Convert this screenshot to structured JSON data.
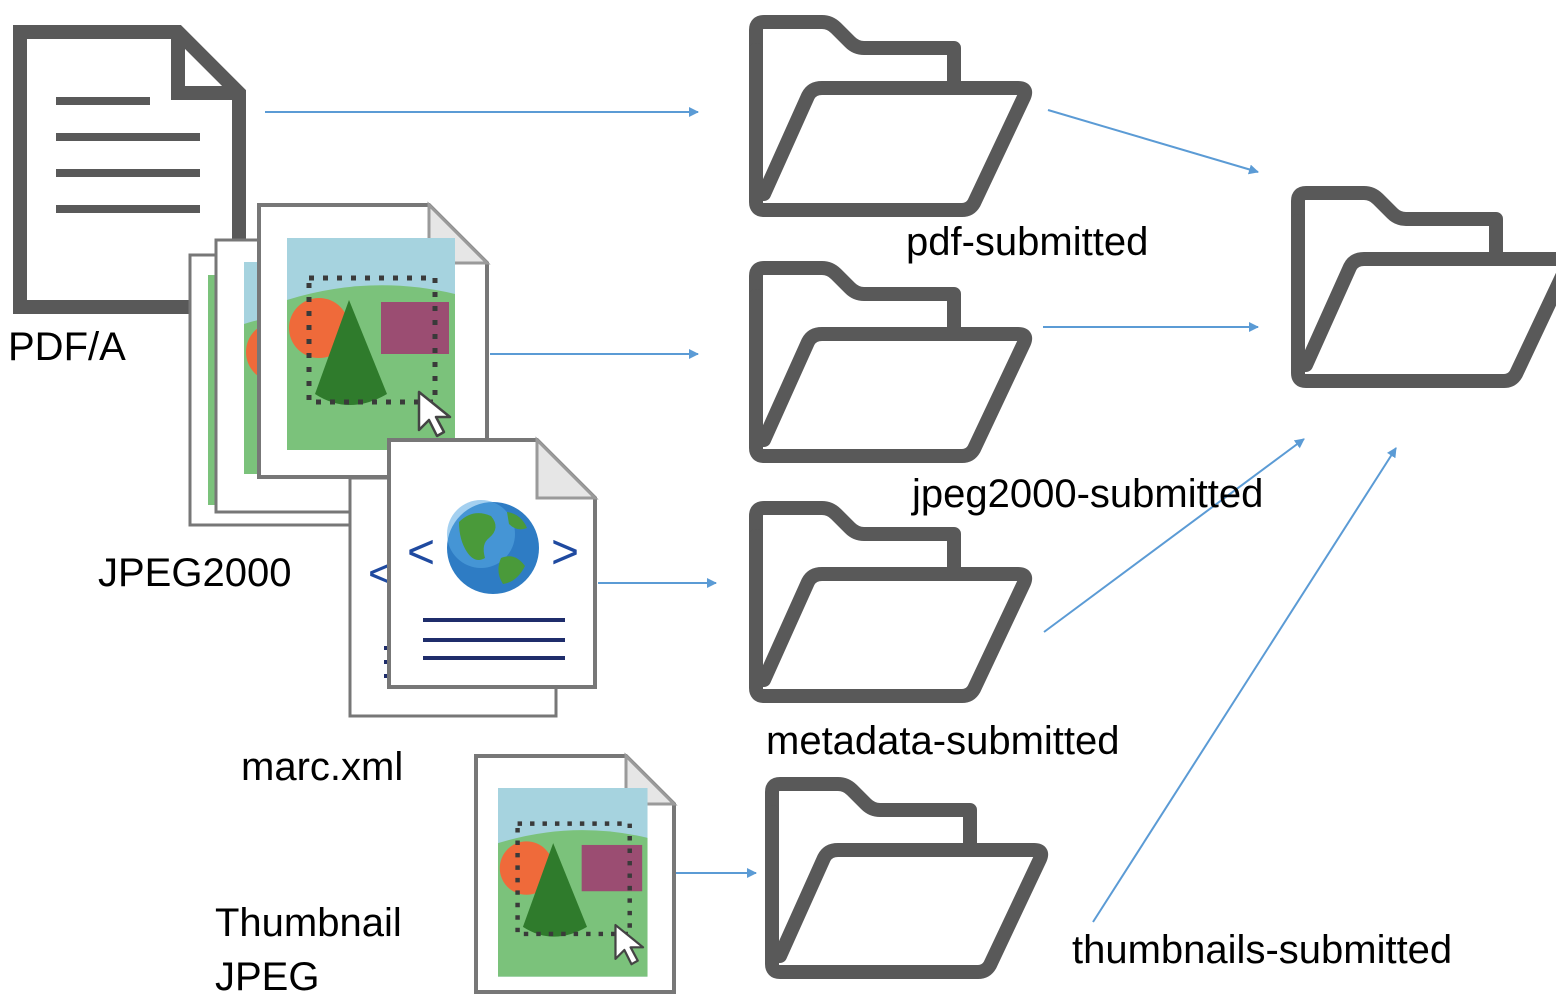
{
  "sources": {
    "pdf": {
      "label": "PDF/A"
    },
    "jpeg2000": {
      "label": "JPEG2000"
    },
    "marc": {
      "label": "marc.xml"
    },
    "thumbnail": {
      "label_line1": "Thumbnail",
      "label_line2": "JPEG"
    }
  },
  "folders": {
    "pdf": {
      "label": "pdf-submitted"
    },
    "jpeg2000": {
      "label": "jpeg2000-submitted"
    },
    "metadata": {
      "label": "metadata-submitted"
    },
    "thumbnails": {
      "label": "thumbnails-submitted"
    }
  },
  "colors": {
    "folder_stroke": "#595959",
    "arrow": "#5b9bd5",
    "doc_stroke": "#595959",
    "xml_lines": "#1f2d6b"
  },
  "icons": {
    "document": "document-icon",
    "image_file": "image-file-icon",
    "xml_file": "xml-globe-file-icon",
    "folder": "open-folder-icon"
  }
}
